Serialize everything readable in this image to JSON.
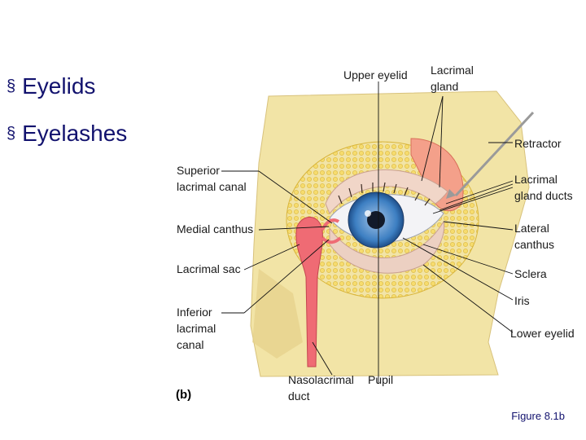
{
  "slide": {
    "bullets": [
      "Eyelids",
      "Eyelashes"
    ],
    "bullet_mark": "§",
    "caption": "Figure 8.1b"
  },
  "diagram": {
    "panel_label": "(b)",
    "labels": {
      "upper_eyelid": "Upper eyelid",
      "lacrimal_gland_1": "Lacrimal",
      "lacrimal_gland_2": "gland",
      "retractor": "Retractor",
      "lacrimal_gland_ducts_1": "Lacrimal",
      "lacrimal_gland_ducts_2": "gland ducts",
      "lateral_canthus_1": "Lateral",
      "lateral_canthus_2": "canthus",
      "sclera": "Sclera",
      "iris": "Iris",
      "lower_eyelid": "Lower eyelid",
      "superior_lacrimal_canal_1": "Superior",
      "superior_lacrimal_canal_2": "lacrimal canal",
      "medial_canthus": "Medial canthus",
      "lacrimal_sac": "Lacrimal sac",
      "inferior_lacrimal_canal_1": "Inferior",
      "inferior_lacrimal_canal_2": "lacrimal",
      "inferior_lacrimal_canal_3": "canal",
      "nasolacrimal_duct_1": "Nasolacrimal",
      "nasolacrimal_duct_2": "duct",
      "pupil": "Pupil"
    },
    "colors": {
      "bone": "#f2e4a6",
      "fat": "#f0d35a",
      "gland": "#f4a08a",
      "sac": "#ef6b74",
      "iris": "#3d7fc2",
      "sclera": "#f3f3f6",
      "lid_skin": "#f1d6c8"
    }
  }
}
